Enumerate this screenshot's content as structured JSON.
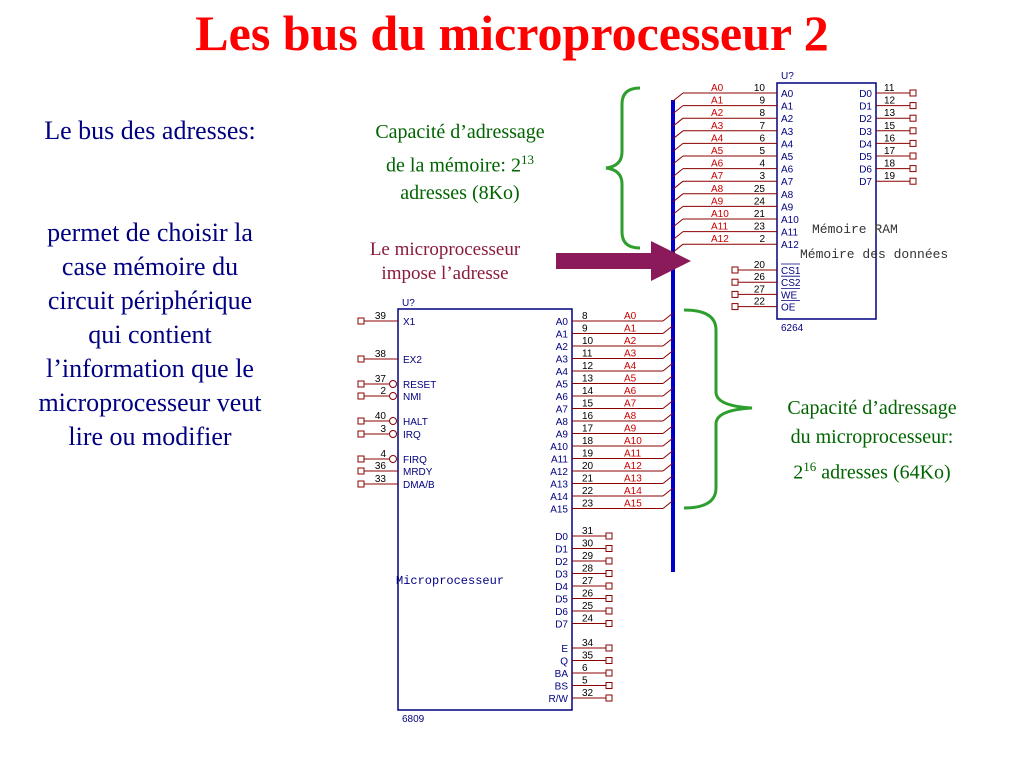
{
  "title": "Les bus du microprocesseur 2",
  "left_text": {
    "heading": "Le bus  des adresses:",
    "body": "permet de choisir la case mémoire  du circuit périphérique qui contient l’information que le microprocesseur veut lire ou modifier"
  },
  "notes": {
    "ram_capacity": {
      "line1": "Capacité d’adressage",
      "line2_pre": "de la mémoire: 2",
      "line2_sup": "13",
      "line3": "adresses (8Ko)"
    },
    "impose": {
      "line1": "Le microprocesseur",
      "line2": "impose l’adresse"
    },
    "mp_capacity": {
      "line1": "Capacité d’adressage",
      "line2": "du microprocesseur:",
      "line3_base": "2",
      "line3_sup": "16",
      "line3_rest": " adresses (64Ko)"
    }
  },
  "colors": {
    "title": "#ff0000",
    "text": "#000080",
    "brace": "#2e9e2e",
    "arrow": "#8b1a5a",
    "bus": "#0000cc",
    "net_label": "#cc0000",
    "wire": "#8b0000"
  },
  "cpu": {
    "ref": "U?",
    "part": "6809",
    "name": "Microprocesseur",
    "left_pins": [
      {
        "num": "39",
        "name": "X1"
      },
      {
        "num": "38",
        "name": "EX2"
      },
      {
        "num": "37",
        "name": "RESET"
      },
      {
        "num": "2",
        "name": "NMI"
      },
      {
        "num": "40",
        "name": "HALT"
      },
      {
        "num": "3",
        "name": "IRQ"
      },
      {
        "num": "4",
        "name": "FIRQ"
      },
      {
        "num": "36",
        "name": "MRDY"
      },
      {
        "num": "33",
        "name": "DMA/B"
      }
    ],
    "address_pins": [
      {
        "num": "8",
        "name": "A0",
        "net": "A0"
      },
      {
        "num": "9",
        "name": "A1",
        "net": "A1"
      },
      {
        "num": "10",
        "name": "A2",
        "net": "A2"
      },
      {
        "num": "11",
        "name": "A3",
        "net": "A3"
      },
      {
        "num": "12",
        "name": "A4",
        "net": "A4"
      },
      {
        "num": "13",
        "name": "A5",
        "net": "A5"
      },
      {
        "num": "14",
        "name": "A6",
        "net": "A6"
      },
      {
        "num": "15",
        "name": "A7",
        "net": "A7"
      },
      {
        "num": "16",
        "name": "A8",
        "net": "A8"
      },
      {
        "num": "17",
        "name": "A9",
        "net": "A9"
      },
      {
        "num": "18",
        "name": "A10",
        "net": "A10"
      },
      {
        "num": "19",
        "name": "A11",
        "net": "A11"
      },
      {
        "num": "20",
        "name": "A12",
        "net": "A12"
      },
      {
        "num": "21",
        "name": "A13",
        "net": "A13"
      },
      {
        "num": "22",
        "name": "A14",
        "net": "A14"
      },
      {
        "num": "23",
        "name": "A15",
        "net": "A15"
      }
    ],
    "data_pins": [
      {
        "num": "31",
        "name": "D0"
      },
      {
        "num": "30",
        "name": "D1"
      },
      {
        "num": "29",
        "name": "D2"
      },
      {
        "num": "28",
        "name": "D3"
      },
      {
        "num": "27",
        "name": "D4"
      },
      {
        "num": "26",
        "name": "D5"
      },
      {
        "num": "25",
        "name": "D6"
      },
      {
        "num": "24",
        "name": "D7"
      }
    ],
    "control_pins": [
      {
        "num": "34",
        "name": "E"
      },
      {
        "num": "35",
        "name": "Q"
      },
      {
        "num": "6",
        "name": "BA"
      },
      {
        "num": "5",
        "name": "BS"
      },
      {
        "num": "32",
        "name": "R/W"
      }
    ]
  },
  "ram": {
    "ref": "U?",
    "part": "6264",
    "name": "Mémoire RAM",
    "subtitle": "Mémoire des données",
    "address_pins": [
      {
        "num": "10",
        "name": "A0",
        "net": "A0"
      },
      {
        "num": "9",
        "name": "A1",
        "net": "A1"
      },
      {
        "num": "8",
        "name": "A2",
        "net": "A2"
      },
      {
        "num": "7",
        "name": "A3",
        "net": "A3"
      },
      {
        "num": "6",
        "name": "A4",
        "net": "A4"
      },
      {
        "num": "5",
        "name": "A5",
        "net": "A5"
      },
      {
        "num": "4",
        "name": "A6",
        "net": "A6"
      },
      {
        "num": "3",
        "name": "A7",
        "net": "A7"
      },
      {
        "num": "25",
        "name": "A8",
        "net": "A8"
      },
      {
        "num": "24",
        "name": "A9",
        "net": "A9"
      },
      {
        "num": "21",
        "name": "A10",
        "net": "A10"
      },
      {
        "num": "23",
        "name": "A11",
        "net": "A11"
      },
      {
        "num": "2",
        "name": "A12",
        "net": "A12"
      }
    ],
    "control_pins": [
      {
        "num": "20",
        "name": "CS1"
      },
      {
        "num": "26",
        "name": "CS2"
      },
      {
        "num": "27",
        "name": "WE"
      },
      {
        "num": "22",
        "name": "OE"
      }
    ],
    "data_pins": [
      {
        "num": "11",
        "name": "D0"
      },
      {
        "num": "12",
        "name": "D1"
      },
      {
        "num": "13",
        "name": "D2"
      },
      {
        "num": "15",
        "name": "D3"
      },
      {
        "num": "16",
        "name": "D4"
      },
      {
        "num": "17",
        "name": "D5"
      },
      {
        "num": "18",
        "name": "D6"
      },
      {
        "num": "19",
        "name": "D7"
      }
    ]
  }
}
